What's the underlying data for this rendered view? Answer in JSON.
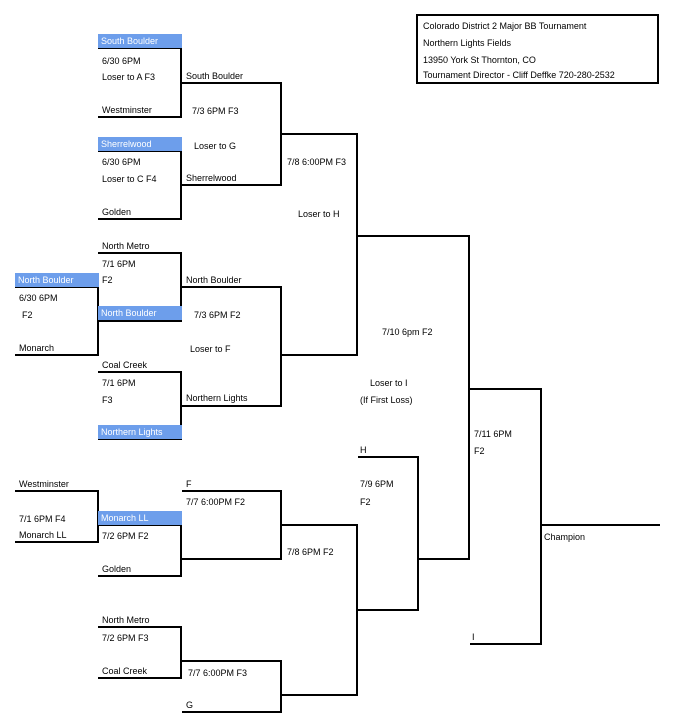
{
  "info": {
    "title": "Colorado District 2 Major BB Tournament",
    "venue": "Northern Lights Fields",
    "address": "13950 York St  Thornton, CO",
    "director": "Tournament Director - Cliff Deffke 720-280-2532"
  },
  "labels": {
    "south_boulder_a": "South Boulder",
    "g1_date": "6/30       6PM",
    "g1_loser": "Loser to A    F3",
    "westminster_a": "Westminster",
    "sherrelwood_a": "Sherrelwood",
    "g2_date": "6/30       6PM",
    "g2_loser": "Loser to C    F4",
    "golden_a": "Golden",
    "south_boulder_b": "South Boulder",
    "gA_time": "7/3   6PM  F3",
    "gA_loser": "Loser to G",
    "sherrelwood_b": "Sherrelwood",
    "gG_time": "7/8 6:00PM F3",
    "gG_loser": "Loser to H",
    "north_metro_a": "North Metro",
    "g3_date": "7/1       6PM",
    "g3_field": "F2",
    "north_boulder_a": "North Boulder",
    "g0_date": "6/30       6PM",
    "g0_field": "F2",
    "monarch_a": "Monarch",
    "north_boulder_b": "North Boulder",
    "north_boulder_c": "North Boulder",
    "gB_time": "7/3  6PM     F2",
    "gB_loser": "Loser to F",
    "coal_creek_a": "Coal Creek",
    "g4_date": "7/1       6PM",
    "g4_field": "F3",
    "northern_lights_a": "Northern Lights",
    "northern_lights_b": "Northern Lights",
    "gH_time": "7/10    6pm    F2",
    "gH_loser": "Loser to I",
    "gH_note": "(If First Loss)",
    "h_slot": "H",
    "gJ_date": "7/9    6PM",
    "gJ_field": "F2",
    "gK_time": "7/11   6PM",
    "gK_field": "F2",
    "champion": "Champion",
    "westminster_b": "Westminster",
    "g5_date": "7/1       6PM    F4",
    "monarch_ll_a": "Monarch LL",
    "monarch_ll_b": "Monarch LL",
    "g6_date": "7/2    6PM     F2",
    "golden_b": "Golden",
    "f_slot": "F",
    "gC_time": "7/7  6:00PM  F2",
    "gI_time": "7/8 6PM F2",
    "north_metro_b": "North Metro",
    "g7_date": "7/2    6PM     F3",
    "coal_creek_b": "Coal Creek",
    "gD_time": "7/7  6:00PM      F3",
    "g_slot": "G",
    "i_slot": "I"
  },
  "colors": {
    "highlight": "#6d9eeb",
    "line": "#000000"
  }
}
